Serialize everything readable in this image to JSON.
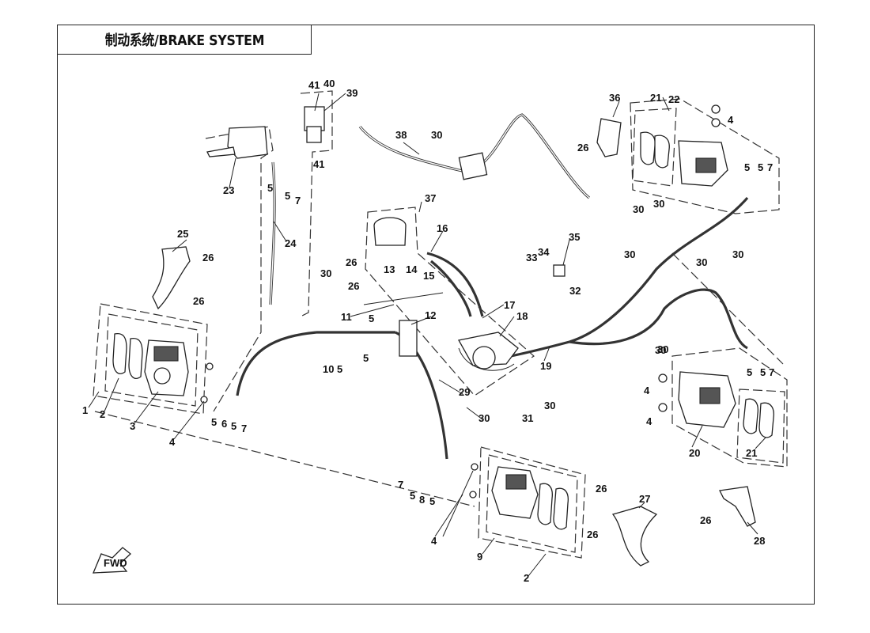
{
  "title": "制动系统/BRAKE SYSTEM",
  "direction_arrow": {
    "label": "FWD",
    "icon": "fwd-arrow-icon"
  },
  "callouts": [
    {
      "id": "c1",
      "label": "1"
    },
    {
      "id": "c2a",
      "label": "2"
    },
    {
      "id": "c3",
      "label": "3"
    },
    {
      "id": "c4a",
      "label": "4"
    },
    {
      "id": "c5a",
      "label": "5"
    },
    {
      "id": "c6",
      "label": "6"
    },
    {
      "id": "c5b",
      "label": "5"
    },
    {
      "id": "c7a",
      "label": "7"
    },
    {
      "id": "c23",
      "label": "23"
    },
    {
      "id": "c5c",
      "label": "5"
    },
    {
      "id": "c5d",
      "label": "5"
    },
    {
      "id": "c7b",
      "label": "7"
    },
    {
      "id": "c24",
      "label": "24"
    },
    {
      "id": "c25",
      "label": "25"
    },
    {
      "id": "c26a",
      "label": "26"
    },
    {
      "id": "c26b",
      "label": "26"
    },
    {
      "id": "c41a",
      "label": "41"
    },
    {
      "id": "c40",
      "label": "40"
    },
    {
      "id": "c39",
      "label": "39"
    },
    {
      "id": "c41b",
      "label": "41"
    },
    {
      "id": "c38",
      "label": "38"
    },
    {
      "id": "c30a",
      "label": "30"
    },
    {
      "id": "c37",
      "label": "37"
    },
    {
      "id": "c26c",
      "label": "26"
    },
    {
      "id": "c26d",
      "label": "26"
    },
    {
      "id": "c13",
      "label": "13"
    },
    {
      "id": "c14",
      "label": "14"
    },
    {
      "id": "c15",
      "label": "15"
    },
    {
      "id": "c16",
      "label": "16"
    },
    {
      "id": "c30b",
      "label": "30"
    },
    {
      "id": "c11",
      "label": "11"
    },
    {
      "id": "c5e",
      "label": "5"
    },
    {
      "id": "c12",
      "label": "12"
    },
    {
      "id": "c10",
      "label": "10"
    },
    {
      "id": "c5f",
      "label": "5"
    },
    {
      "id": "c5g",
      "label": "5"
    },
    {
      "id": "c17",
      "label": "17"
    },
    {
      "id": "c18",
      "label": "18"
    },
    {
      "id": "c35",
      "label": "35"
    },
    {
      "id": "c33",
      "label": "33"
    },
    {
      "id": "c34",
      "label": "34"
    },
    {
      "id": "c32",
      "label": "32"
    },
    {
      "id": "c29",
      "label": "29"
    },
    {
      "id": "c31",
      "label": "31"
    },
    {
      "id": "c30c",
      "label": "30"
    },
    {
      "id": "c30d",
      "label": "30"
    },
    {
      "id": "c19",
      "label": "19"
    },
    {
      "id": "c30e",
      "label": "30"
    },
    {
      "id": "c36",
      "label": "36"
    },
    {
      "id": "c26e",
      "label": "26"
    },
    {
      "id": "c21a",
      "label": "21"
    },
    {
      "id": "c22",
      "label": "22"
    },
    {
      "id": "c4b",
      "label": "4"
    },
    {
      "id": "c5h",
      "label": "5"
    },
    {
      "id": "c5i",
      "label": "5"
    },
    {
      "id": "c7c",
      "label": "7"
    },
    {
      "id": "c30f",
      "label": "30"
    },
    {
      "id": "c30g",
      "label": "30"
    },
    {
      "id": "c30h",
      "label": "30"
    },
    {
      "id": "c30i",
      "label": "30"
    },
    {
      "id": "c30j",
      "label": "30"
    },
    {
      "id": "c30k",
      "label": "30"
    },
    {
      "id": "c5j",
      "label": "5"
    },
    {
      "id": "c5k",
      "label": "5"
    },
    {
      "id": "c7d",
      "label": "7"
    },
    {
      "id": "c4c",
      "label": "4"
    },
    {
      "id": "c4d",
      "label": "4"
    },
    {
      "id": "c20",
      "label": "20"
    },
    {
      "id": "c21b",
      "label": "21"
    },
    {
      "id": "c7e",
      "label": "7"
    },
    {
      "id": "c5l",
      "label": "5"
    },
    {
      "id": "c8",
      "label": "8"
    },
    {
      "id": "c5m",
      "label": "5"
    },
    {
      "id": "c4e",
      "label": "4"
    },
    {
      "id": "c9",
      "label": "9"
    },
    {
      "id": "c2b",
      "label": "2"
    },
    {
      "id": "c26f",
      "label": "26"
    },
    {
      "id": "c27",
      "label": "27"
    },
    {
      "id": "c26g",
      "label": "26"
    },
    {
      "id": "c26h",
      "label": "26"
    },
    {
      "id": "c28",
      "label": "28"
    }
  ]
}
